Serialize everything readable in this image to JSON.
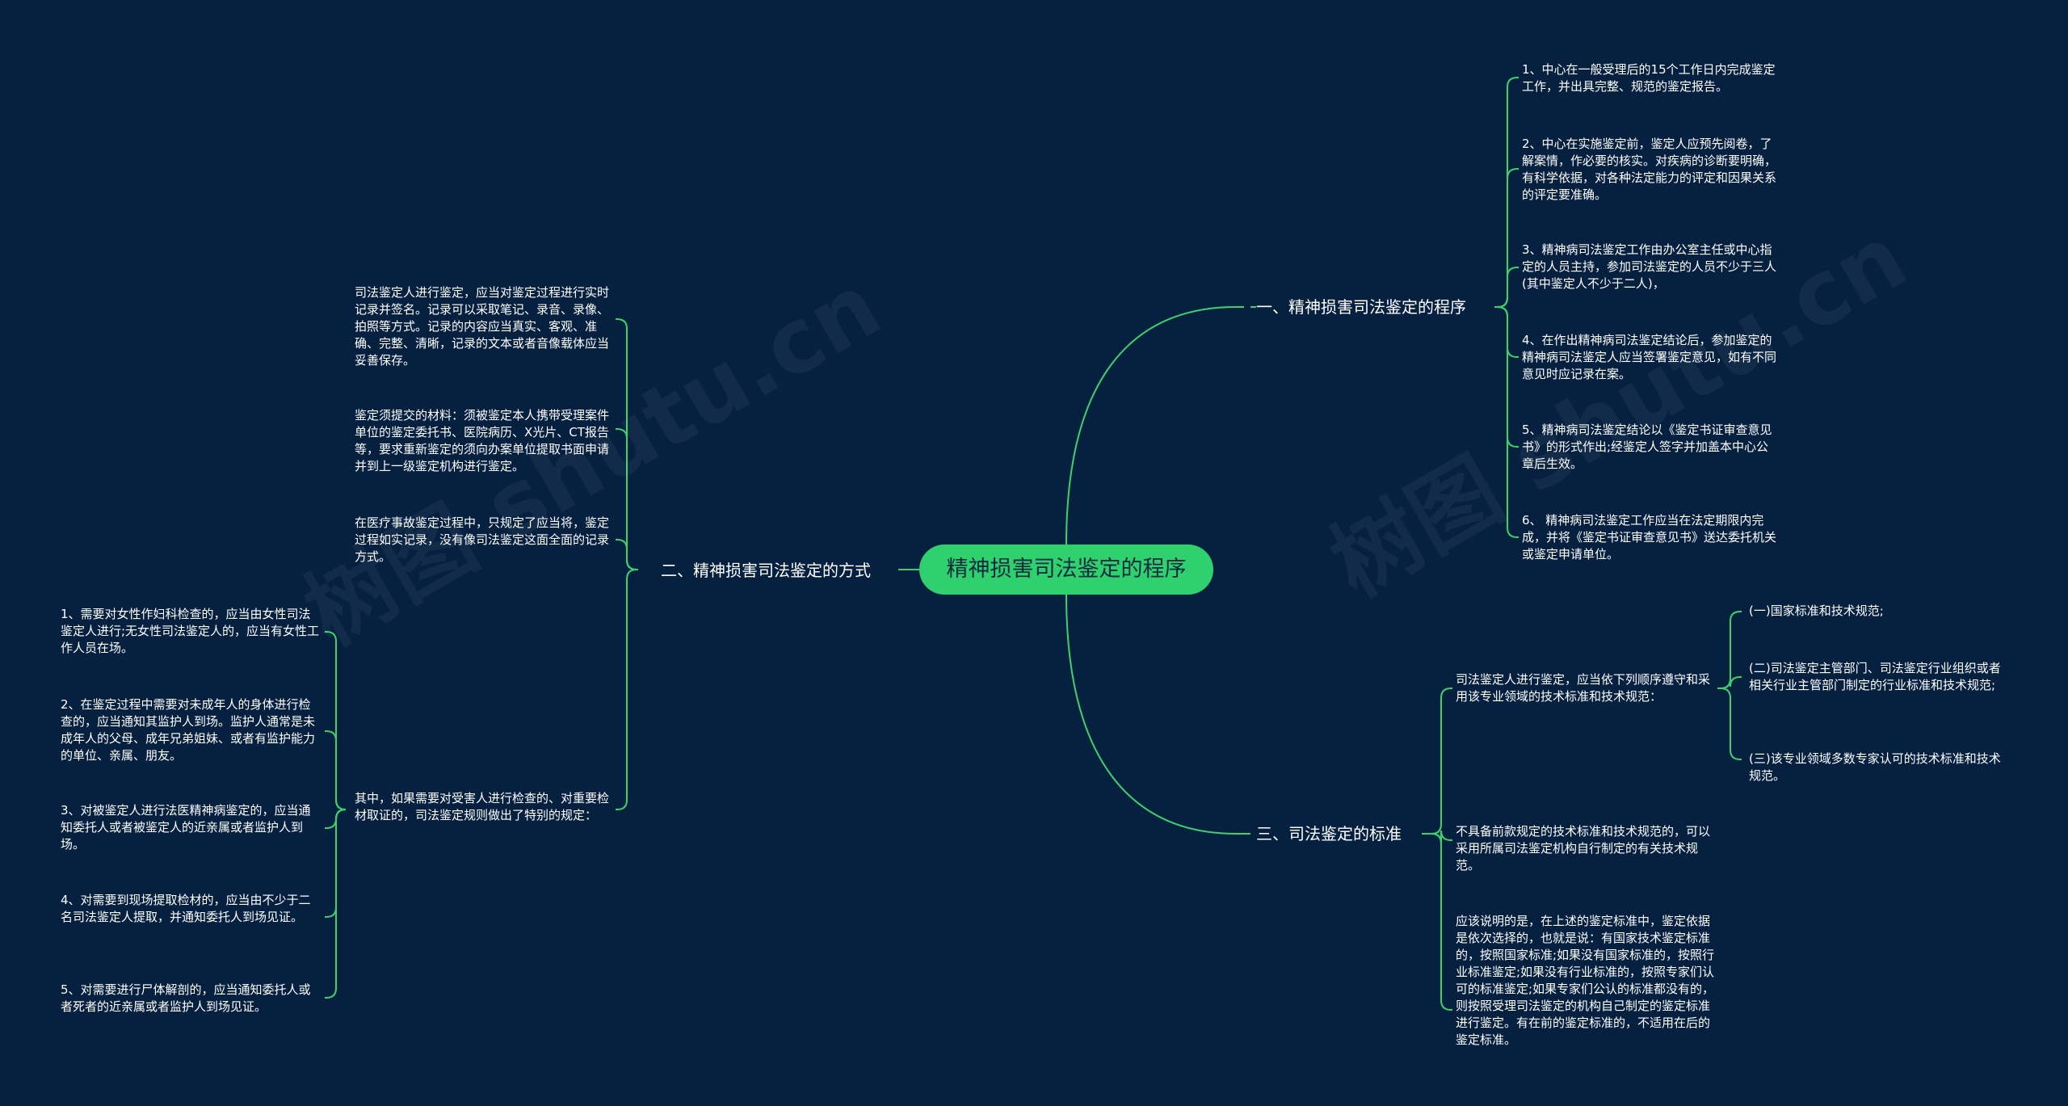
{
  "diagram": {
    "root": "精神损害司法鉴定的程序",
    "watermark": "树图 shutu.cn",
    "branches": [
      {
        "label": "一、精神损害司法鉴定的程序",
        "children": [
          "1、中心在一般受理后的15个工作日内完成鉴定工作，并出具完整、规范的鉴定报告。",
          "2、中心在实施鉴定前，鉴定人应预先阅卷，了解案情，作必要的核实。对疾病的诊断要明确，有科学依据，对各种法定能力的评定和因果关系的评定要准确。",
          "3、精神病司法鉴定工作由办公室主任或中心指定的人员主持，参加司法鉴定的人员不少于三人(其中鉴定人不少于二人)，",
          "4、在作出精神病司法鉴定结论后，参加鉴定的精神病司法鉴定人应当签署鉴定意见，如有不同意见时应记录在案。",
          "5、精神病司法鉴定结论以《鉴定书证审查意见书》的形式作出;经鉴定人签字并加盖本中心公章后生效。",
          "6、 精神病司法鉴定工作应当在法定期限内完成，并将《鉴定书证审查意见书》送达委托机关或鉴定申请单位。"
        ]
      },
      {
        "label": "二、精神损害司法鉴定的方式",
        "children": [
          "司法鉴定人进行鉴定，应当对鉴定过程进行实时记录并签名。记录可以采取笔记、录音、录像、拍照等方式。记录的内容应当真实、客观、准确、完整、清晰，记录的文本或者音像载体应当妥善保存。",
          "鉴定须提交的材料：须被鉴定本人携带受理案件单位的鉴定委托书、医院病历、X光片、CT报告等，要求重新鉴定的须向办案单位提取书面申请并到上一级鉴定机构进行鉴定。",
          "在医疗事故鉴定过程中，只规定了应当将，鉴定过程如实记录，没有像司法鉴定这面全面的记录方式。",
          "其中，如果需要对受害人进行检查的、对重要检材取证的，司法鉴定规则做出了特别的规定："
        ],
        "sub_children": [
          "1、需要对女性作妇科检查的，应当由女性司法鉴定人进行;无女性司法鉴定人的，应当有女性工作人员在场。",
          "2、在鉴定过程中需要对未成年人的身体进行检查的，应当通知其监护人到场。监护人通常是未成年人的父母、成年兄弟姐妹、或者有监护能力的单位、亲属、朋友。",
          "3、对被鉴定人进行法医精神病鉴定的，应当通知委托人或者被鉴定人的近亲属或者监护人到场。",
          "4、对需要到现场提取检材的，应当由不少于二名司法鉴定人提取，并通知委托人到场见证。",
          "5、对需要进行尸体解剖的，应当通知委托人或者死者的近亲属或者监护人到场见证。"
        ]
      },
      {
        "label": "三、司法鉴定的标准",
        "children": [
          "司法鉴定人进行鉴定，应当依下列顺序遵守和采用该专业领域的技术标准和技术规范：",
          "不具备前款规定的技术标准和技术规范的，可以采用所属司法鉴定机构自行制定的有关技术规范。",
          "应该说明的是，在上述的鉴定标准中，鉴定依据是依次选择的，也就是说：有国家技术鉴定标准的，按照国家标准;如果没有国家标准的，按照行业标准鉴定;如果没有行业标准的，按照专家们认可的标准鉴定;如果专家们公认的标准都没有的，则按照受理司法鉴定的机构自己制定的鉴定标准进行鉴定。有在前的鉴定标准的，不适用在后的鉴定标准。"
        ],
        "sub_children": [
          "(一)国家标准和技术规范;",
          "(二)司法鉴定主管部门、司法鉴定行业组织或者相关行业主管部门制定的行业标准和技术规范;",
          "(三)该专业领域多数专家认可的技术标准和技术规范。"
        ]
      }
    ],
    "colors": {
      "background": "#062040",
      "root_fill": "#2fd16f",
      "root_text": "#0d2a3f",
      "connector": "#3cd26b",
      "text": "#ffffff"
    }
  }
}
